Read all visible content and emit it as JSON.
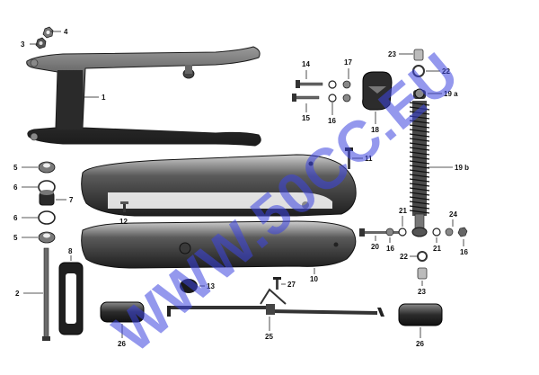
{
  "watermark": {
    "text": "WWW.50CC.EU",
    "color": "#3d45e0"
  },
  "colors": {
    "part_dark": "#2a2a2a",
    "part_mid": "#6e6e6e",
    "part_light": "#bdbdbd",
    "paper": "#ffffff"
  },
  "labels": {
    "l1": "1",
    "l2": "2",
    "l3": "3",
    "l4": "4",
    "l5a": "5",
    "l5b": "5",
    "l6a": "6",
    "l6b": "6",
    "l7": "7",
    "l8": "8",
    "l10": "10",
    "l11": "11",
    "l12": "12",
    "l13": "13",
    "l14": "14",
    "l15": "15",
    "l16a": "16",
    "l16b": "16",
    "l16c": "16",
    "l17": "17",
    "l18": "18",
    "l19a": "19 a",
    "l19b": "19 b",
    "l20": "20",
    "l21a": "21",
    "l21b": "21",
    "l22a": "22",
    "l22b": "22",
    "l23a": "23",
    "l23b": "23",
    "l24": "24",
    "l25": "25",
    "l26a": "26",
    "l26b": "26",
    "l27": "27"
  }
}
